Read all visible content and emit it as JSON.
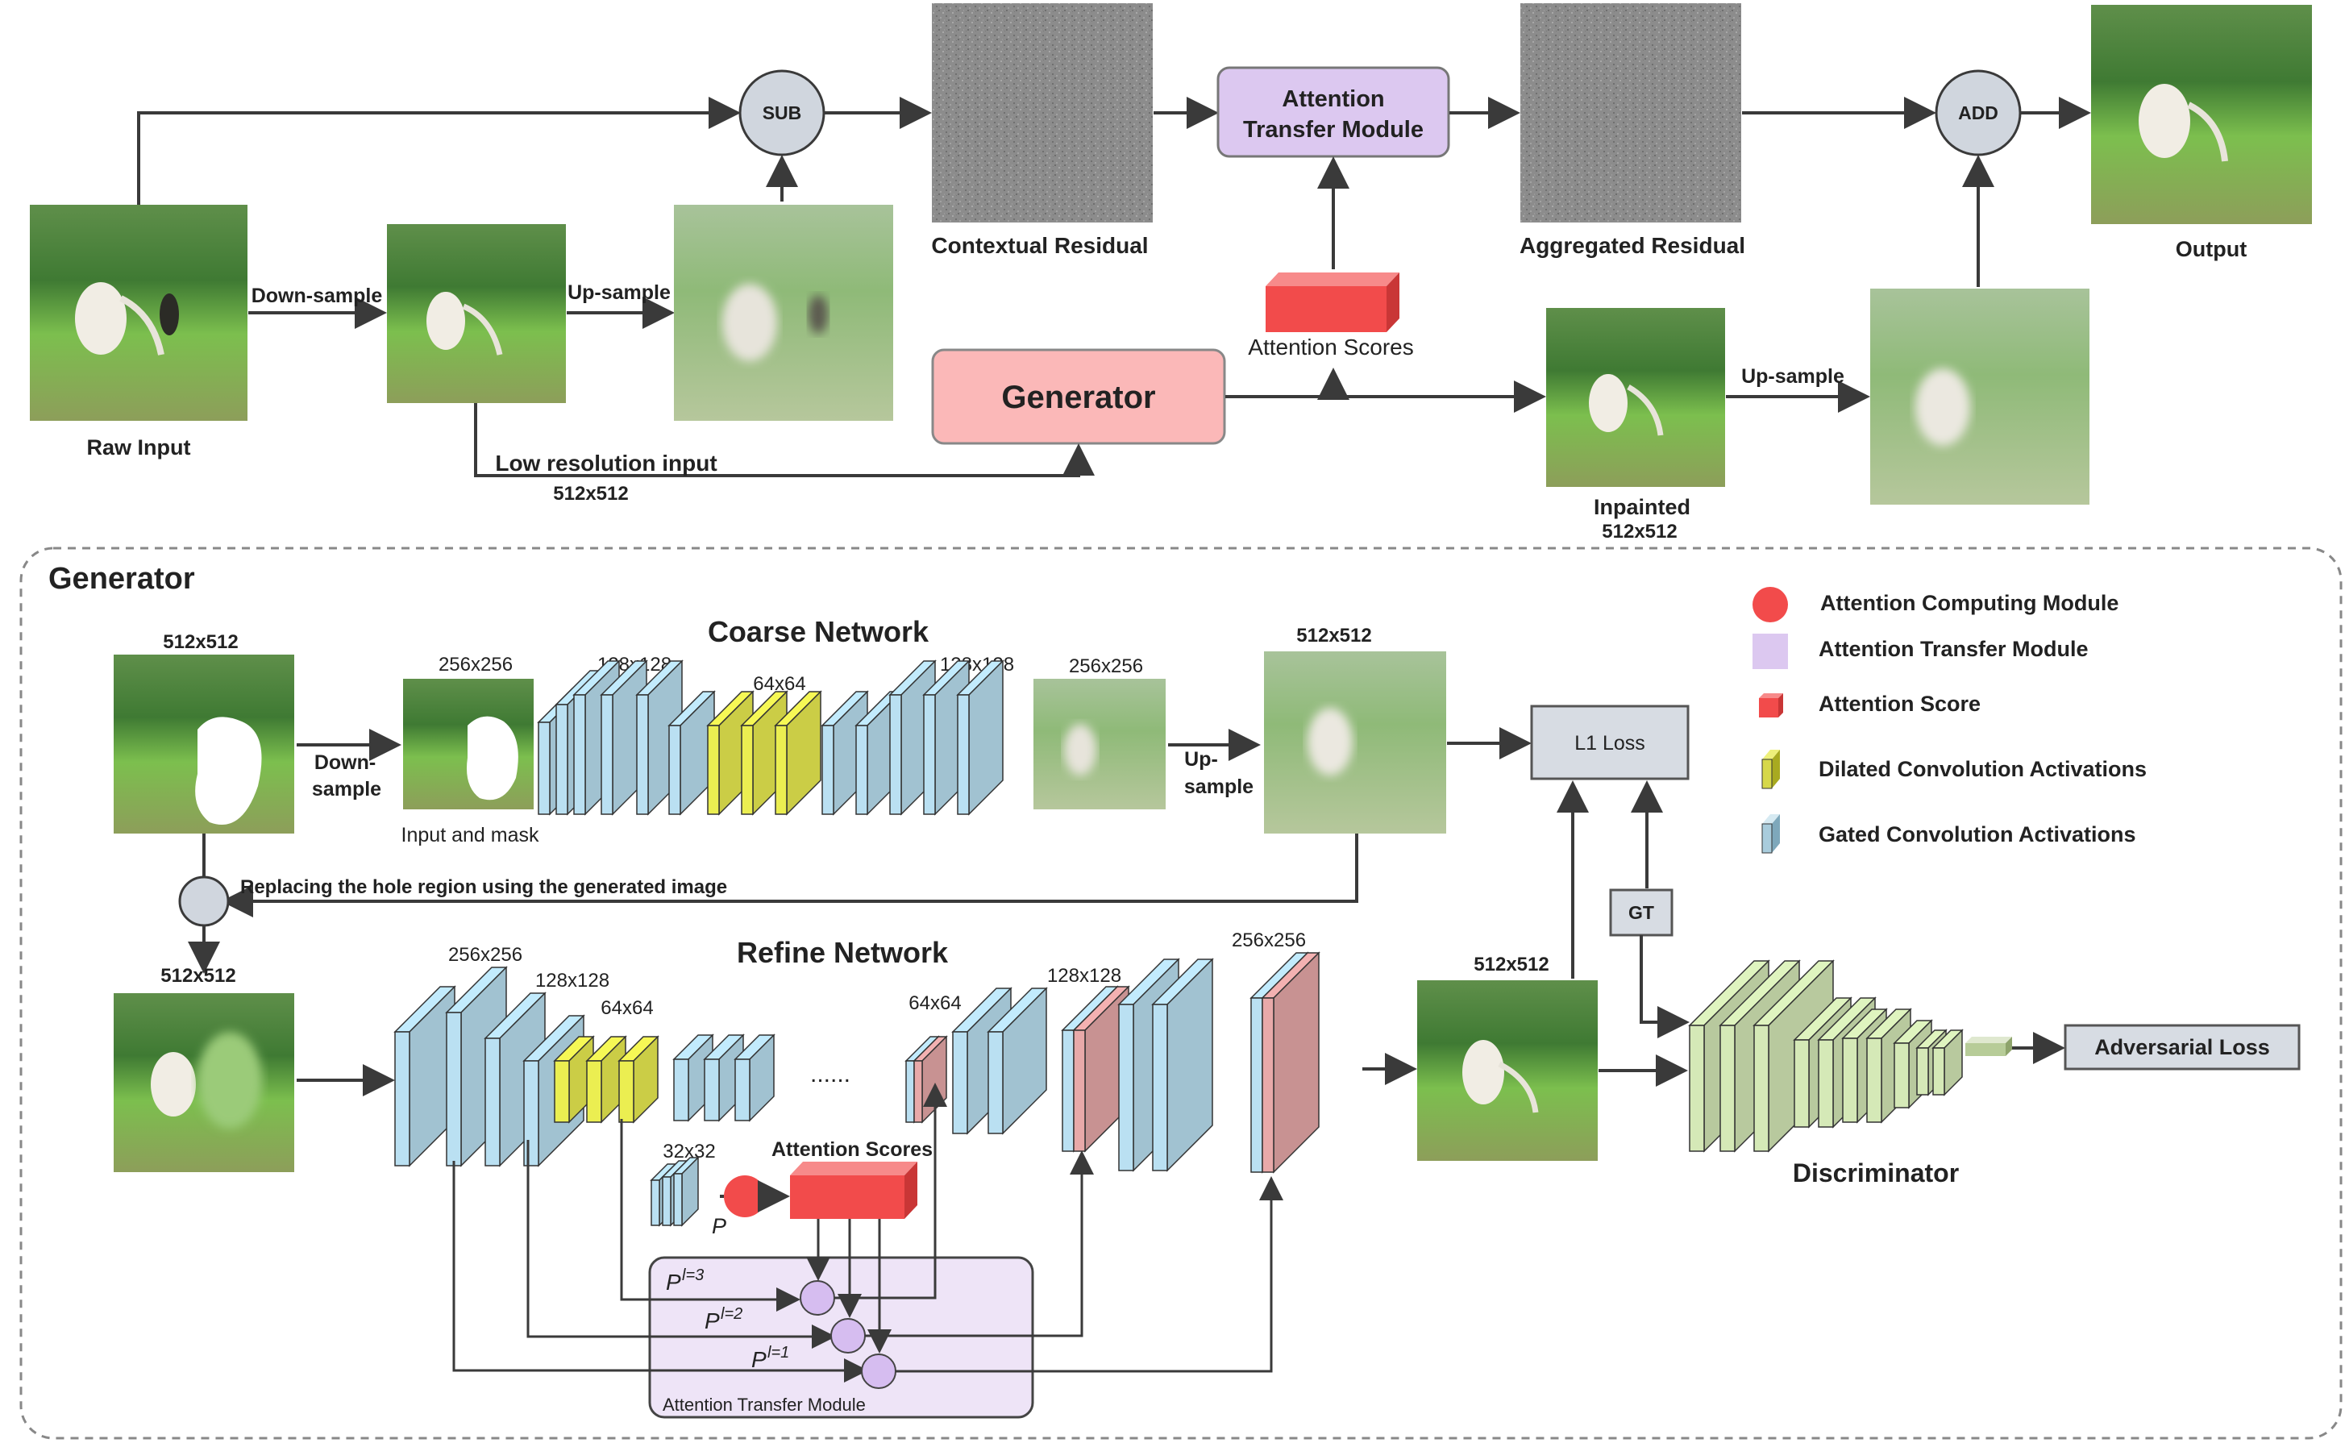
{
  "top": {
    "sub": "SUB",
    "add": "ADD",
    "raw_input": "Raw Input",
    "down_sample": "Down-sample",
    "up_sample": "Up-sample",
    "up_sample_2": "Up-sample",
    "contextual_residual": "Contextual Residual",
    "attention_transfer_line1": "Attention",
    "attention_transfer_line2": "Transfer Module",
    "aggregated_residual": "Aggregated Residual",
    "output": "Output",
    "attention_scores": "Attention Scores",
    "generator": "Generator",
    "low_res_input": "Low resolution input",
    "low_res_size": "512x512",
    "inpainted": "Inpainted",
    "inpainted_size": "512x512"
  },
  "generator": {
    "title": "Generator",
    "coarse_title": "Coarse Network",
    "refine_title": "Refine Network",
    "in_size": "512x512",
    "size_256_a": "256x256",
    "size_128_a": "128x128",
    "size_64_a": "64x64",
    "size_128_b": "128x128",
    "size_256_b": "256x256",
    "size_512_out": "512x512",
    "down_1": "Down-",
    "down_2": "sample",
    "up_1": "Up-",
    "up_2": "sample",
    "input_mask": "Input and mask",
    "replace_text": "Replacing the hole region using the generated image",
    "refine_in_size": "512x512",
    "r_256": "256x256",
    "r_128": "128x128",
    "r_64": "64x64",
    "r_dots": "......",
    "r_64b": "64x64",
    "r_128b": "128x128",
    "r_256b": "256x256",
    "r_32": "32x32",
    "p_label": "P",
    "att_scores": "Attention Scores",
    "pl3": "P",
    "pl3_sup": "l=3",
    "pl2": "P",
    "pl2_sup": "l=2",
    "pl1": "P",
    "pl1_sup": "l=1",
    "atm_box": "Attention Transfer Module",
    "refine_out_size": "512x512",
    "l1_loss": "L1 Loss",
    "gt": "GT",
    "adv_loss": "Adversarial Loss",
    "discriminator": "Discriminator"
  },
  "legend": {
    "items": [
      {
        "label": "Attention Computing Module",
        "icon": "red-circle-icon"
      },
      {
        "label": "Attention Transfer Module",
        "icon": "lavender-square-icon"
      },
      {
        "label": "Attention Score",
        "icon": "red-cube-icon"
      },
      {
        "label": "Dilated Convolution Activations",
        "icon": "yellow-slab-icon"
      },
      {
        "label": "Gated Convolution Activations",
        "icon": "blue-slab-icon"
      }
    ]
  },
  "colors": {
    "gated_blue": "#a9ccdc",
    "dilated_yellow": "#d6d84a",
    "attention_red": "#f24b4b",
    "transfer_lavender": "#dcc8f0",
    "generator_pink": "#fbb8b8",
    "disc_green": "#c2d4a6",
    "loss_gray": "#d7dce3",
    "node_gray": "#d0d6de"
  }
}
